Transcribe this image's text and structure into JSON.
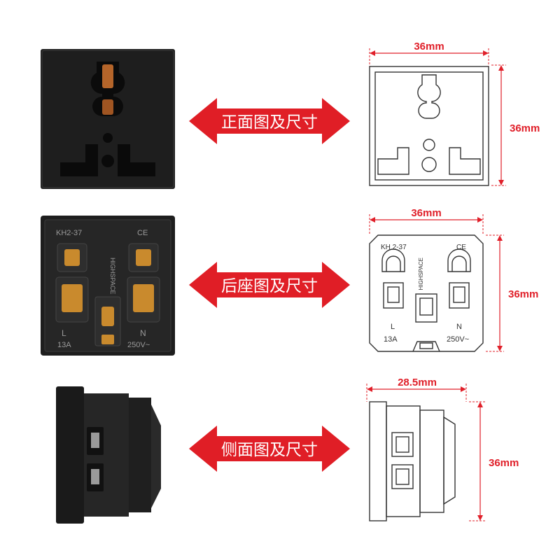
{
  "colors": {
    "arrow": "#e01e26",
    "dimension": "#e0202a",
    "socket_body": "#1e1e1e",
    "brass": "#c98a2d"
  },
  "rows": [
    {
      "label": "正面图及尺寸",
      "width_dim": "36mm",
      "height_dim": "36mm"
    },
    {
      "label": "后座图及尺寸",
      "width_dim": "36mm",
      "height_dim": "36mm",
      "marks": {
        "model": "KH2-37",
        "ce": "CE",
        "brand": "HIGHSPACE",
        "live": "L",
        "neutral": "N",
        "current": "13A",
        "voltage": "250V~"
      },
      "drawing_marks": {
        "model": "KH 2-37",
        "ce": "CE",
        "brand": "HIGHSPACE",
        "live": "L",
        "neutral": "N",
        "current": "13A",
        "voltage": "250V~"
      }
    },
    {
      "label": "侧面图及尺寸",
      "width_dim": "28.5mm",
      "height_dim": "36mm"
    }
  ]
}
